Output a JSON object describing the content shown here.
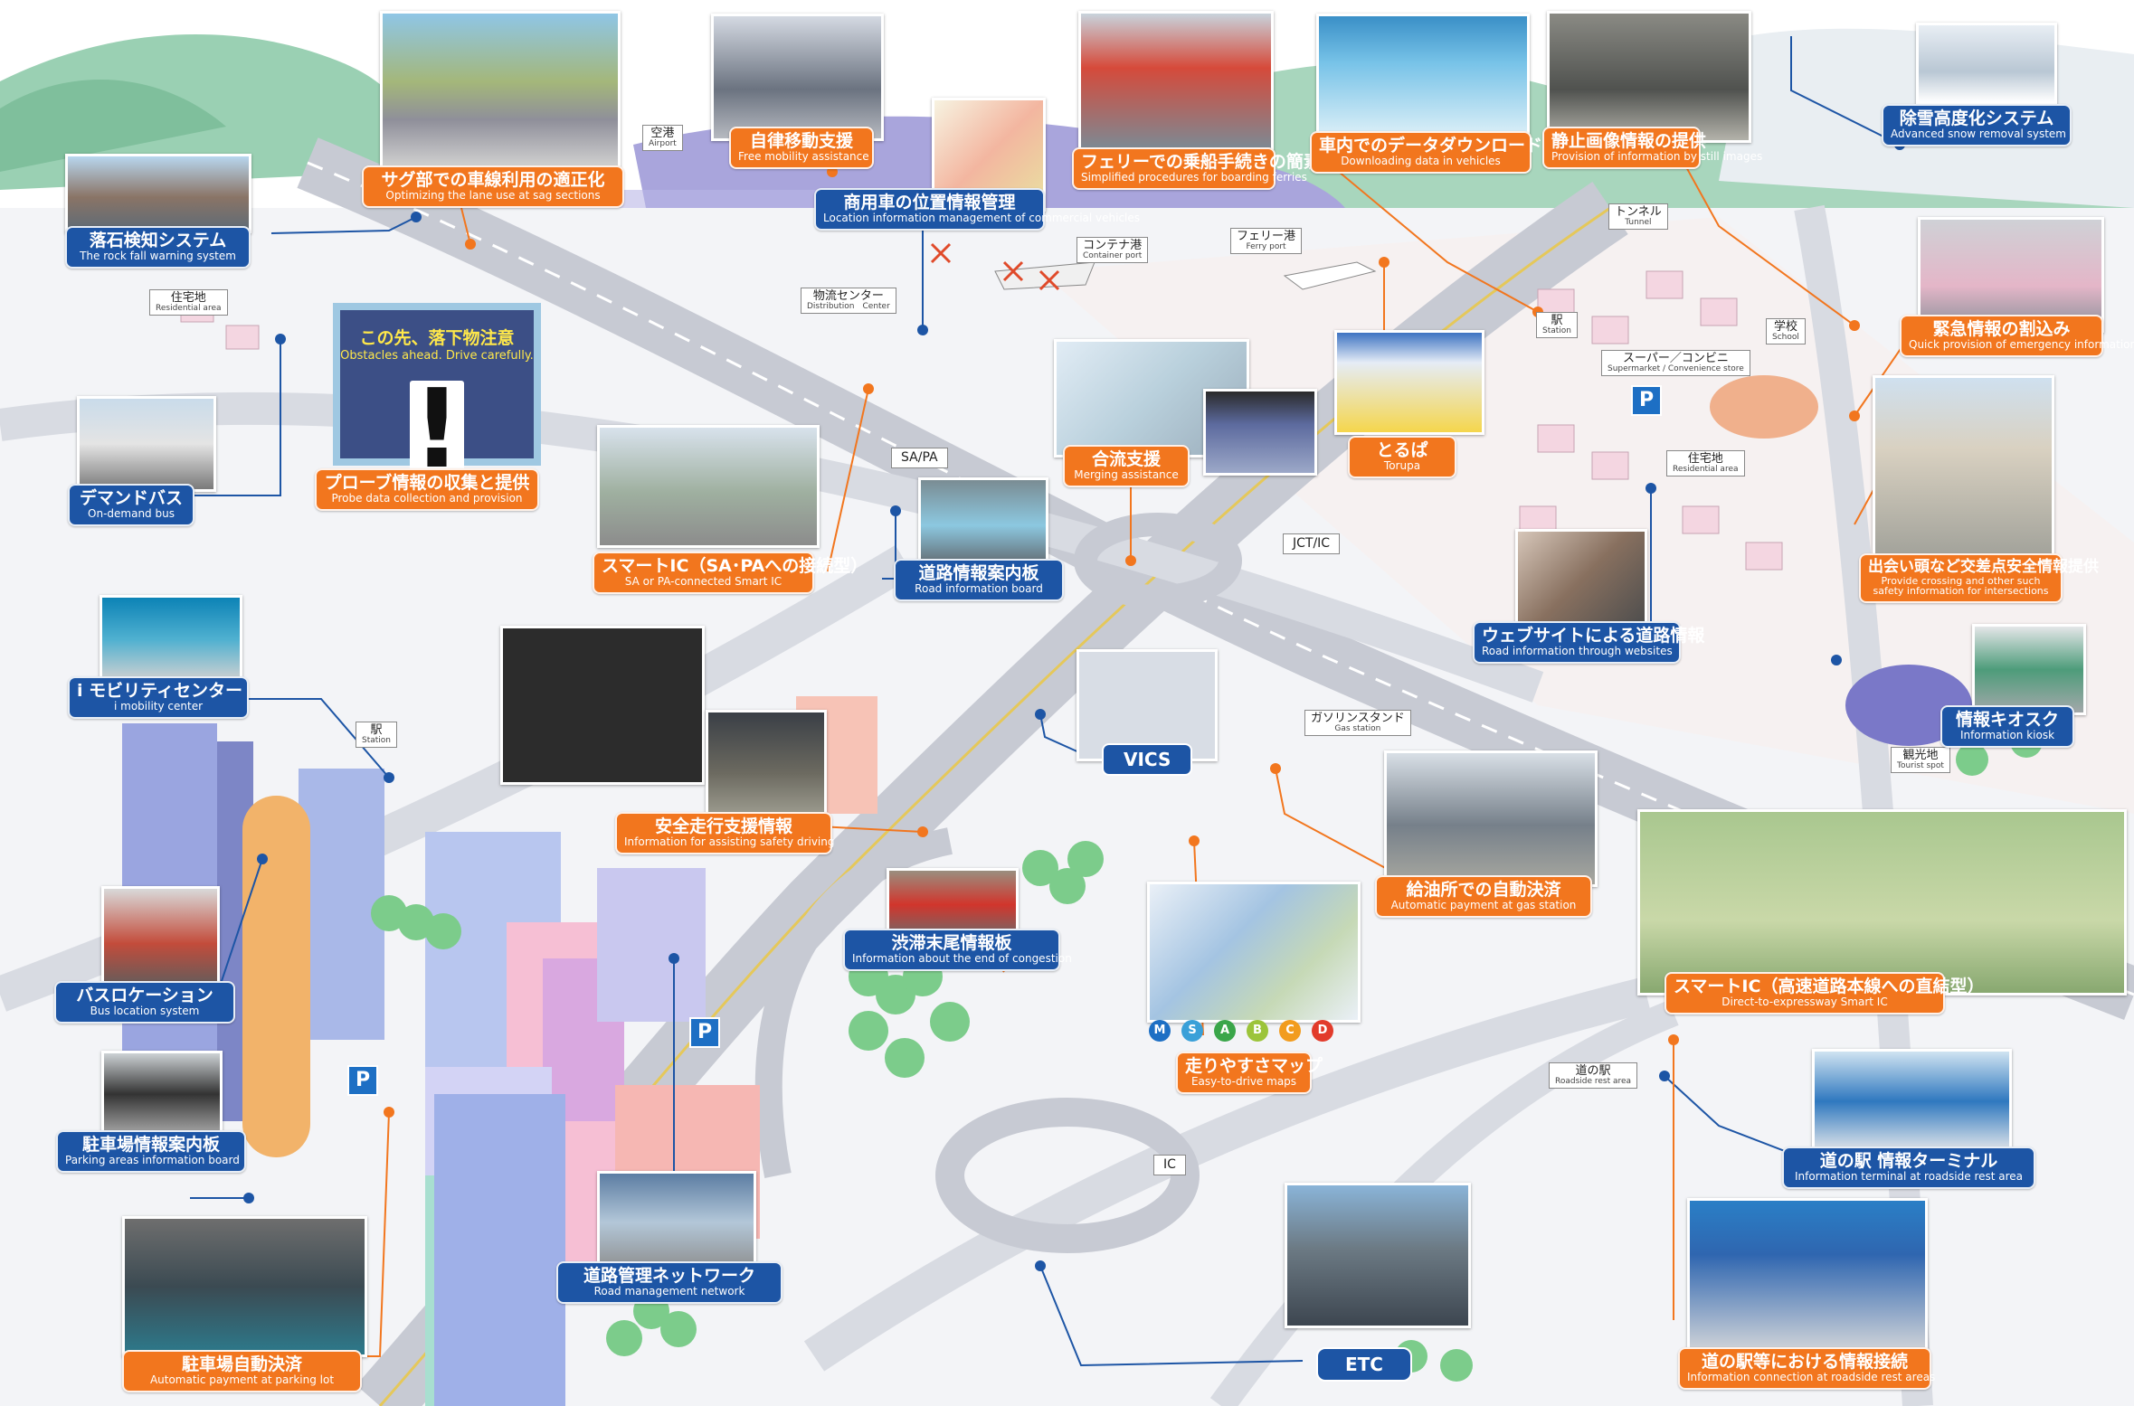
{
  "labels": {
    "rockfall": {
      "jp": "落石検知システム",
      "en": "The rock fall warning system"
    },
    "sag": {
      "jp": "サグ部での車線利用の適正化",
      "en": "Optimizing the lane use at sag sections"
    },
    "free_mobility": {
      "jp": "自律移動支援",
      "en": "Free mobility assistance"
    },
    "location_mgmt": {
      "jp": "商用車の位置情報管理",
      "en": "Location information management of commercial vehicles"
    },
    "ferry": {
      "jp": "フェリーでの乗船手続きの簡素化",
      "en": "Simplified procedures for boarding ferries"
    },
    "download": {
      "jp": "車内でのデータダウンロード",
      "en": "Downloading data in vehicles"
    },
    "still_images": {
      "jp": "静止画像情報の提供",
      "en": "Provision of information by still images"
    },
    "snow": {
      "jp": "除雪高度化システム",
      "en": "Advanced snow removal system"
    },
    "emergency": {
      "jp": "緊急情報の割込み",
      "en": "Quick provision of emergency information"
    },
    "demand_bus": {
      "jp": "デマンドバス",
      "en": "On-demand bus"
    },
    "probe": {
      "jp": "プローブ情報の収集と提供",
      "en": "Probe data collection and provision"
    },
    "merging": {
      "jp": "合流支援",
      "en": "Merging assistance"
    },
    "torupa": {
      "jp": "とるぱ",
      "en": "Torupa"
    },
    "smart_ic_sapa": {
      "jp": "スマートIC（SA･PAへの接続型）",
      "en": "SA or PA-connected Smart IC"
    },
    "road_board": {
      "jp": "道路情報案内板",
      "en": "Road information board"
    },
    "crossing": {
      "jp": "出会い頭など交差点安全情報提供",
      "en": "Provide crossing and other such safety information for intersections"
    },
    "website": {
      "jp": "ウェブサイトによる道路情報",
      "en": "Road information through websites"
    },
    "i_mobility": {
      "jp": "i モビリティセンター",
      "en": "i mobility center"
    },
    "kiosk": {
      "jp": "情報キオスク",
      "en": "Information kiosk"
    },
    "safety_driving": {
      "jp": "安全走行支援情報",
      "en": "Information for assisting safety driving"
    },
    "gas_payment": {
      "jp": "給油所での自動決済",
      "en": "Automatic payment at gas station"
    },
    "congestion": {
      "jp": "渋滞末尾情報板",
      "en": "Information about the end of congestion"
    },
    "smart_ic_direct": {
      "jp": "スマートIC（高速道路本線への直結型）",
      "en": "Direct-to-expressway Smart IC"
    },
    "bus_location": {
      "jp": "バスロケーション",
      "en": "Bus location system"
    },
    "easy_map": {
      "jp": "走りやすさマップ",
      "en": "Easy-to-drive maps"
    },
    "parking_board": {
      "jp": "駐車場情報案内板",
      "en": "Parking areas information board"
    },
    "roadside_terminal": {
      "jp": "道の駅 情報ターミナル",
      "en": "Information terminal at roadside rest area"
    },
    "road_network": {
      "jp": "道路管理ネットワーク",
      "en": "Road management network"
    },
    "parking_payment": {
      "jp": "駐車場自動決済",
      "en": "Automatic payment at parking lot"
    },
    "roadside_connection": {
      "jp": "道の駅等における情報接続",
      "en": "Information connection at roadside rest areas"
    },
    "vics": "VICS",
    "etc": "ETC"
  },
  "places": {
    "airport": {
      "jp": "空港",
      "en": "Airport"
    },
    "container_port": {
      "jp": "コンテナ港",
      "en": "Container port"
    },
    "ferry_port": {
      "jp": "フェリー港",
      "en": "Ferry port"
    },
    "tunnel": {
      "jp": "トンネル",
      "en": "Tunnel"
    },
    "residential1": {
      "jp": "住宅地",
      "en": "Residential area"
    },
    "distribution": {
      "jp": "物流センター",
      "en": "Distribution　Center"
    },
    "station1": {
      "jp": "駅",
      "en": "Station"
    },
    "supermarket": {
      "jp": "スーパー／コンビニ",
      "en": "Supermarket / Convenience store"
    },
    "school": {
      "jp": "学校",
      "en": "School"
    },
    "sapa": "SA/PA",
    "residential2": {
      "jp": "住宅地",
      "en": "Residential area"
    },
    "jct": "JCT/IC",
    "station2": {
      "jp": "駅",
      "en": "Station"
    },
    "gas": {
      "jp": "ガソリンスタンド",
      "en": "Gas station"
    },
    "tourist": {
      "jp": "観光地",
      "en": "Tourist spot"
    },
    "roadside_rest": {
      "jp": "道の駅",
      "en": "Roadside rest area"
    },
    "ic": "IC"
  },
  "sign_probe": {
    "line1": "この先、落下物注意",
    "line2": "Obstacles ahead. Drive carefully.",
    "symbol": "!"
  },
  "parking_marks": [
    "P",
    "P",
    "P",
    "P"
  ],
  "ranks": [
    {
      "letter": "M",
      "color": "#1d6fc4"
    },
    {
      "letter": "S",
      "color": "#3aa0d8"
    },
    {
      "letter": "A",
      "color": "#3aa64a"
    },
    {
      "letter": "B",
      "color": "#9cc43a"
    },
    {
      "letter": "C",
      "color": "#f29c1e"
    },
    {
      "letter": "D",
      "color": "#e23b2b"
    }
  ],
  "colors": {
    "blue_label": "#1d55a5",
    "orange_label": "#f2761e",
    "leader_blue": "#1d55a5",
    "leader_orange": "#f2761e"
  }
}
